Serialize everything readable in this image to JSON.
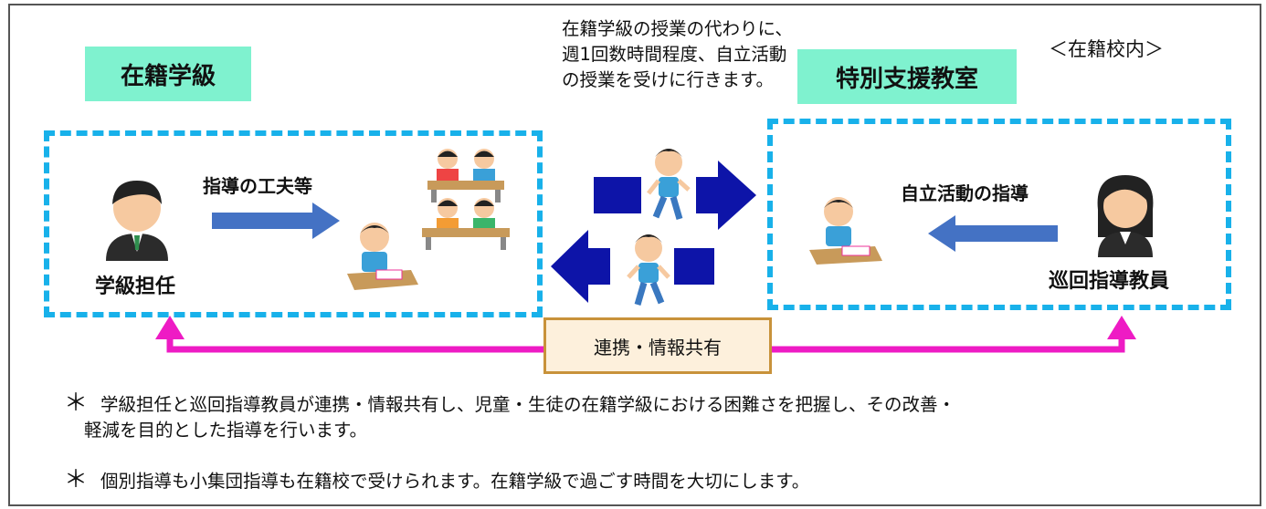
{
  "zones": {
    "homeroom": {
      "label": "在籍学級"
    },
    "resource": {
      "label": "特別支援教室"
    }
  },
  "school_tag": "＜在籍校内＞",
  "transfer_note": "在籍学級の授業の代わりに、週1回数時間程度、自立活動の授業を受けに行きます。",
  "homeroom_side": {
    "arrow_label": "指導の工夫等",
    "teacher_label": "学級担任"
  },
  "resource_side": {
    "arrow_label": "自立活動の指導",
    "teacher_label": "巡回指導教員"
  },
  "share_label": "連携・情報共有",
  "notes": {
    "note1_mark": "＊",
    "note1_line1": "学級担任と巡回指導教員が連携・情報共有し、児童・生徒の在籍学級における困難さを把握し、その改善・",
    "note1_line2": "軽減を目的とした指導を行います。",
    "note2_mark": "＊",
    "note2_line1": "個別指導も小集団指導も在籍校で受けられます。在籍学級で過ごす時間を大切にします。"
  },
  "colors": {
    "zone_border": "#18b1ea",
    "label_fill": "#7ff2cf",
    "blue_arrow": "#4472c4",
    "navy_arrow": "#0d14a8",
    "magenta_arrow": "#ee1bc4",
    "share_border": "#c8923a"
  },
  "icons": [
    "teacher-male-icon",
    "student-desk-icon",
    "classroom-students-icon",
    "walking-child-icon",
    "teacher-female-icon"
  ]
}
